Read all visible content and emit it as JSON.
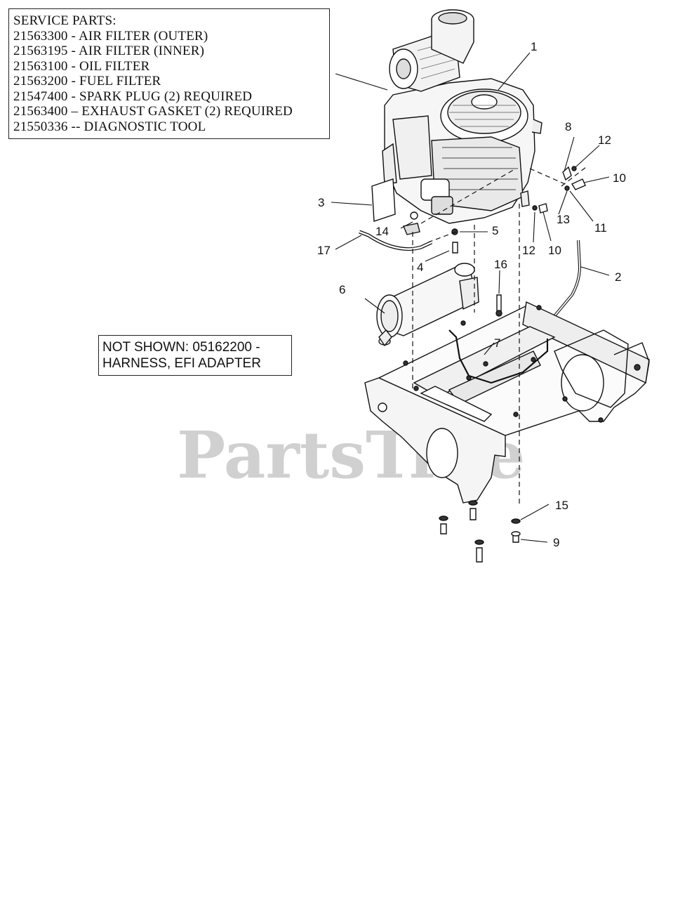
{
  "service_parts": {
    "title": "SERVICE PARTS:",
    "lines": [
      "21563300 - AIR FILTER (OUTER)",
      "21563195 - AIR FILTER (INNER)",
      "21563100 - OIL FILTER",
      "21563200 - FUEL FILTER",
      "21547400 - SPARK PLUG (2) REQUIRED",
      "21563400 – EXHAUST GASKET (2) REQUIRED",
      "21550336 -- DIAGNOSTIC TOOL"
    ]
  },
  "not_shown": {
    "line1": "NOT SHOWN: 05162200 -",
    "line2": "HARNESS, EFI ADAPTER"
  },
  "watermark": "PartsTree",
  "callouts": [
    "1",
    "2",
    "3",
    "4",
    "5",
    "6",
    "7",
    "8",
    "9",
    "10",
    "10",
    "11",
    "12",
    "12",
    "13",
    "14",
    "15",
    "16",
    "17"
  ]
}
